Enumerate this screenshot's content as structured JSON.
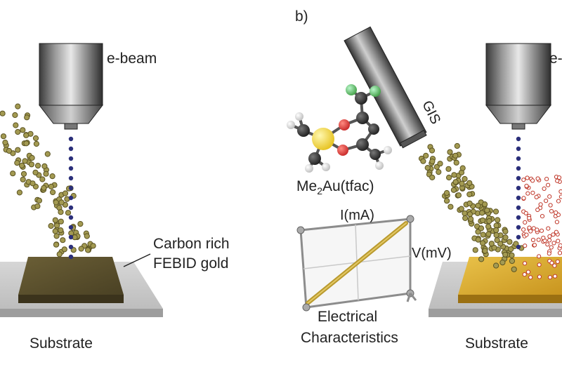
{
  "panel_b": {
    "label": "b)"
  },
  "left": {
    "ebeam_label": "e-beam",
    "deposit_label_line1": "Carbon rich",
    "deposit_label_line2": "FEBID gold",
    "substrate_label": "Substrate"
  },
  "right": {
    "ebeam_label": "e-",
    "gis_label": "GIS",
    "precursor_main": "Me",
    "precursor_sub": "2",
    "precursor_rest": "Au(tfac)",
    "iv_ylabel": "I(mA)",
    "iv_xlabel": "V(mV)",
    "iv_caption_line1": "Electrical",
    "iv_caption_line2": "Characteristics",
    "substrate_label": "Substrate"
  },
  "colors": {
    "electron": "#2b2f7a",
    "precursor_particle": "#a39a52",
    "deposit_carbon": "#5a4f2e",
    "deposit_gold": "#d4a72c",
    "hydrogen_red": "#c0392b",
    "gold_atom": "#f2d22e",
    "fluorine": "#4caf50",
    "oxygen": "#d9322b"
  }
}
